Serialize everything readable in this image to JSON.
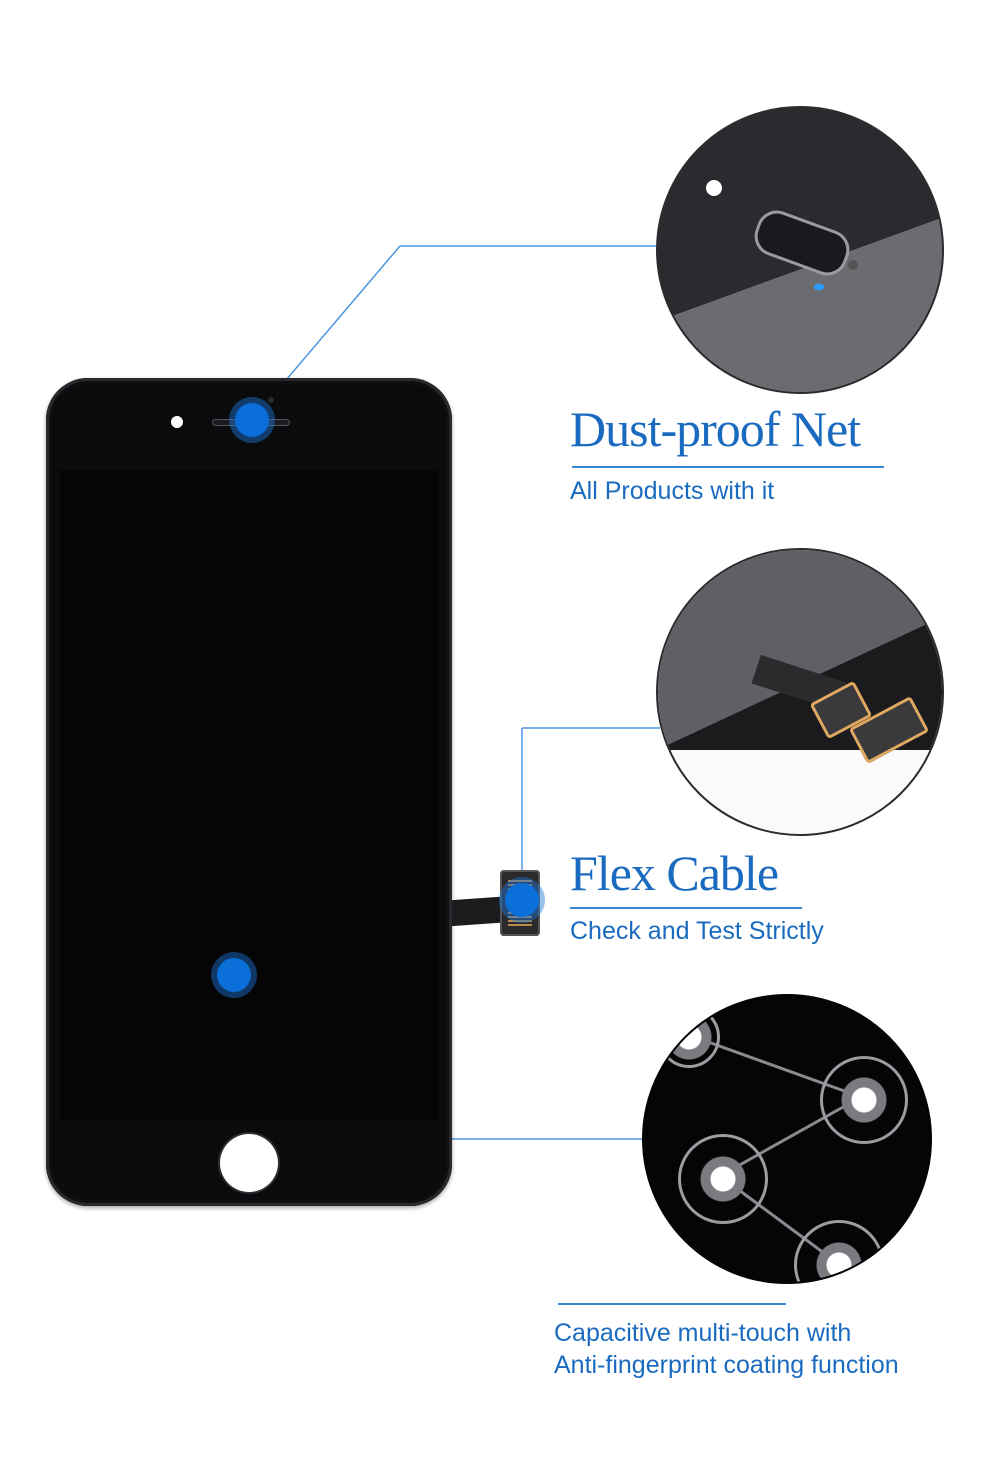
{
  "features": {
    "dust_proof": {
      "title": "Dust-proof Net",
      "subtitle": "All Products with it"
    },
    "flex_cable": {
      "title": "Flex Cable",
      "subtitle": "Check and Test Strictly"
    },
    "multi_touch": {
      "line1": "Capacitive multi-touch with",
      "line2": "Anti-fingerprint coating function"
    }
  },
  "colors": {
    "accent": "#1a6bbf",
    "hotspot": "#0a6fd8",
    "phone": "#0b0b0d"
  },
  "icons": {
    "hotspot": "hotspot-dot-icon"
  }
}
